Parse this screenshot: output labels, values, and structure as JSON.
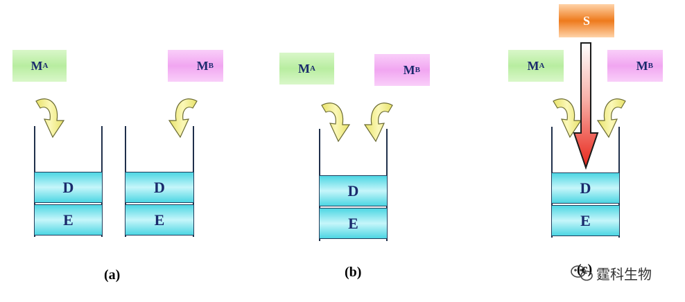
{
  "panels": [
    {
      "ma_main": "M",
      "ma_sub": "A",
      "mb_main": "M",
      "mb_sub": "B",
      "layer_d": "D",
      "layer_e": "E",
      "caption": "(a)"
    },
    {
      "ma_main": "M",
      "ma_sub": "A",
      "mb_main": "M",
      "mb_sub": "B",
      "layer_d": "D",
      "layer_e": "E",
      "caption": "(b)"
    },
    {
      "ma_main": "M",
      "ma_sub": "A",
      "mb_main": "M",
      "mb_sub": "B",
      "layer_d": "D",
      "layer_e": "E",
      "caption": "(c)",
      "source_label": "S"
    }
  ],
  "panel_a_right": {
    "layer_d": "D",
    "layer_e": "E"
  },
  "watermark": {
    "text": "霆科生物",
    "icon": "wechat-icon"
  },
  "colors": {
    "ma": "#b8eda0",
    "mb": "#f1a6f1",
    "source": "#ee7a1c",
    "layer": "#4dd6e3",
    "arrow": "#f5f08a",
    "text": "#1a2a6c"
  }
}
